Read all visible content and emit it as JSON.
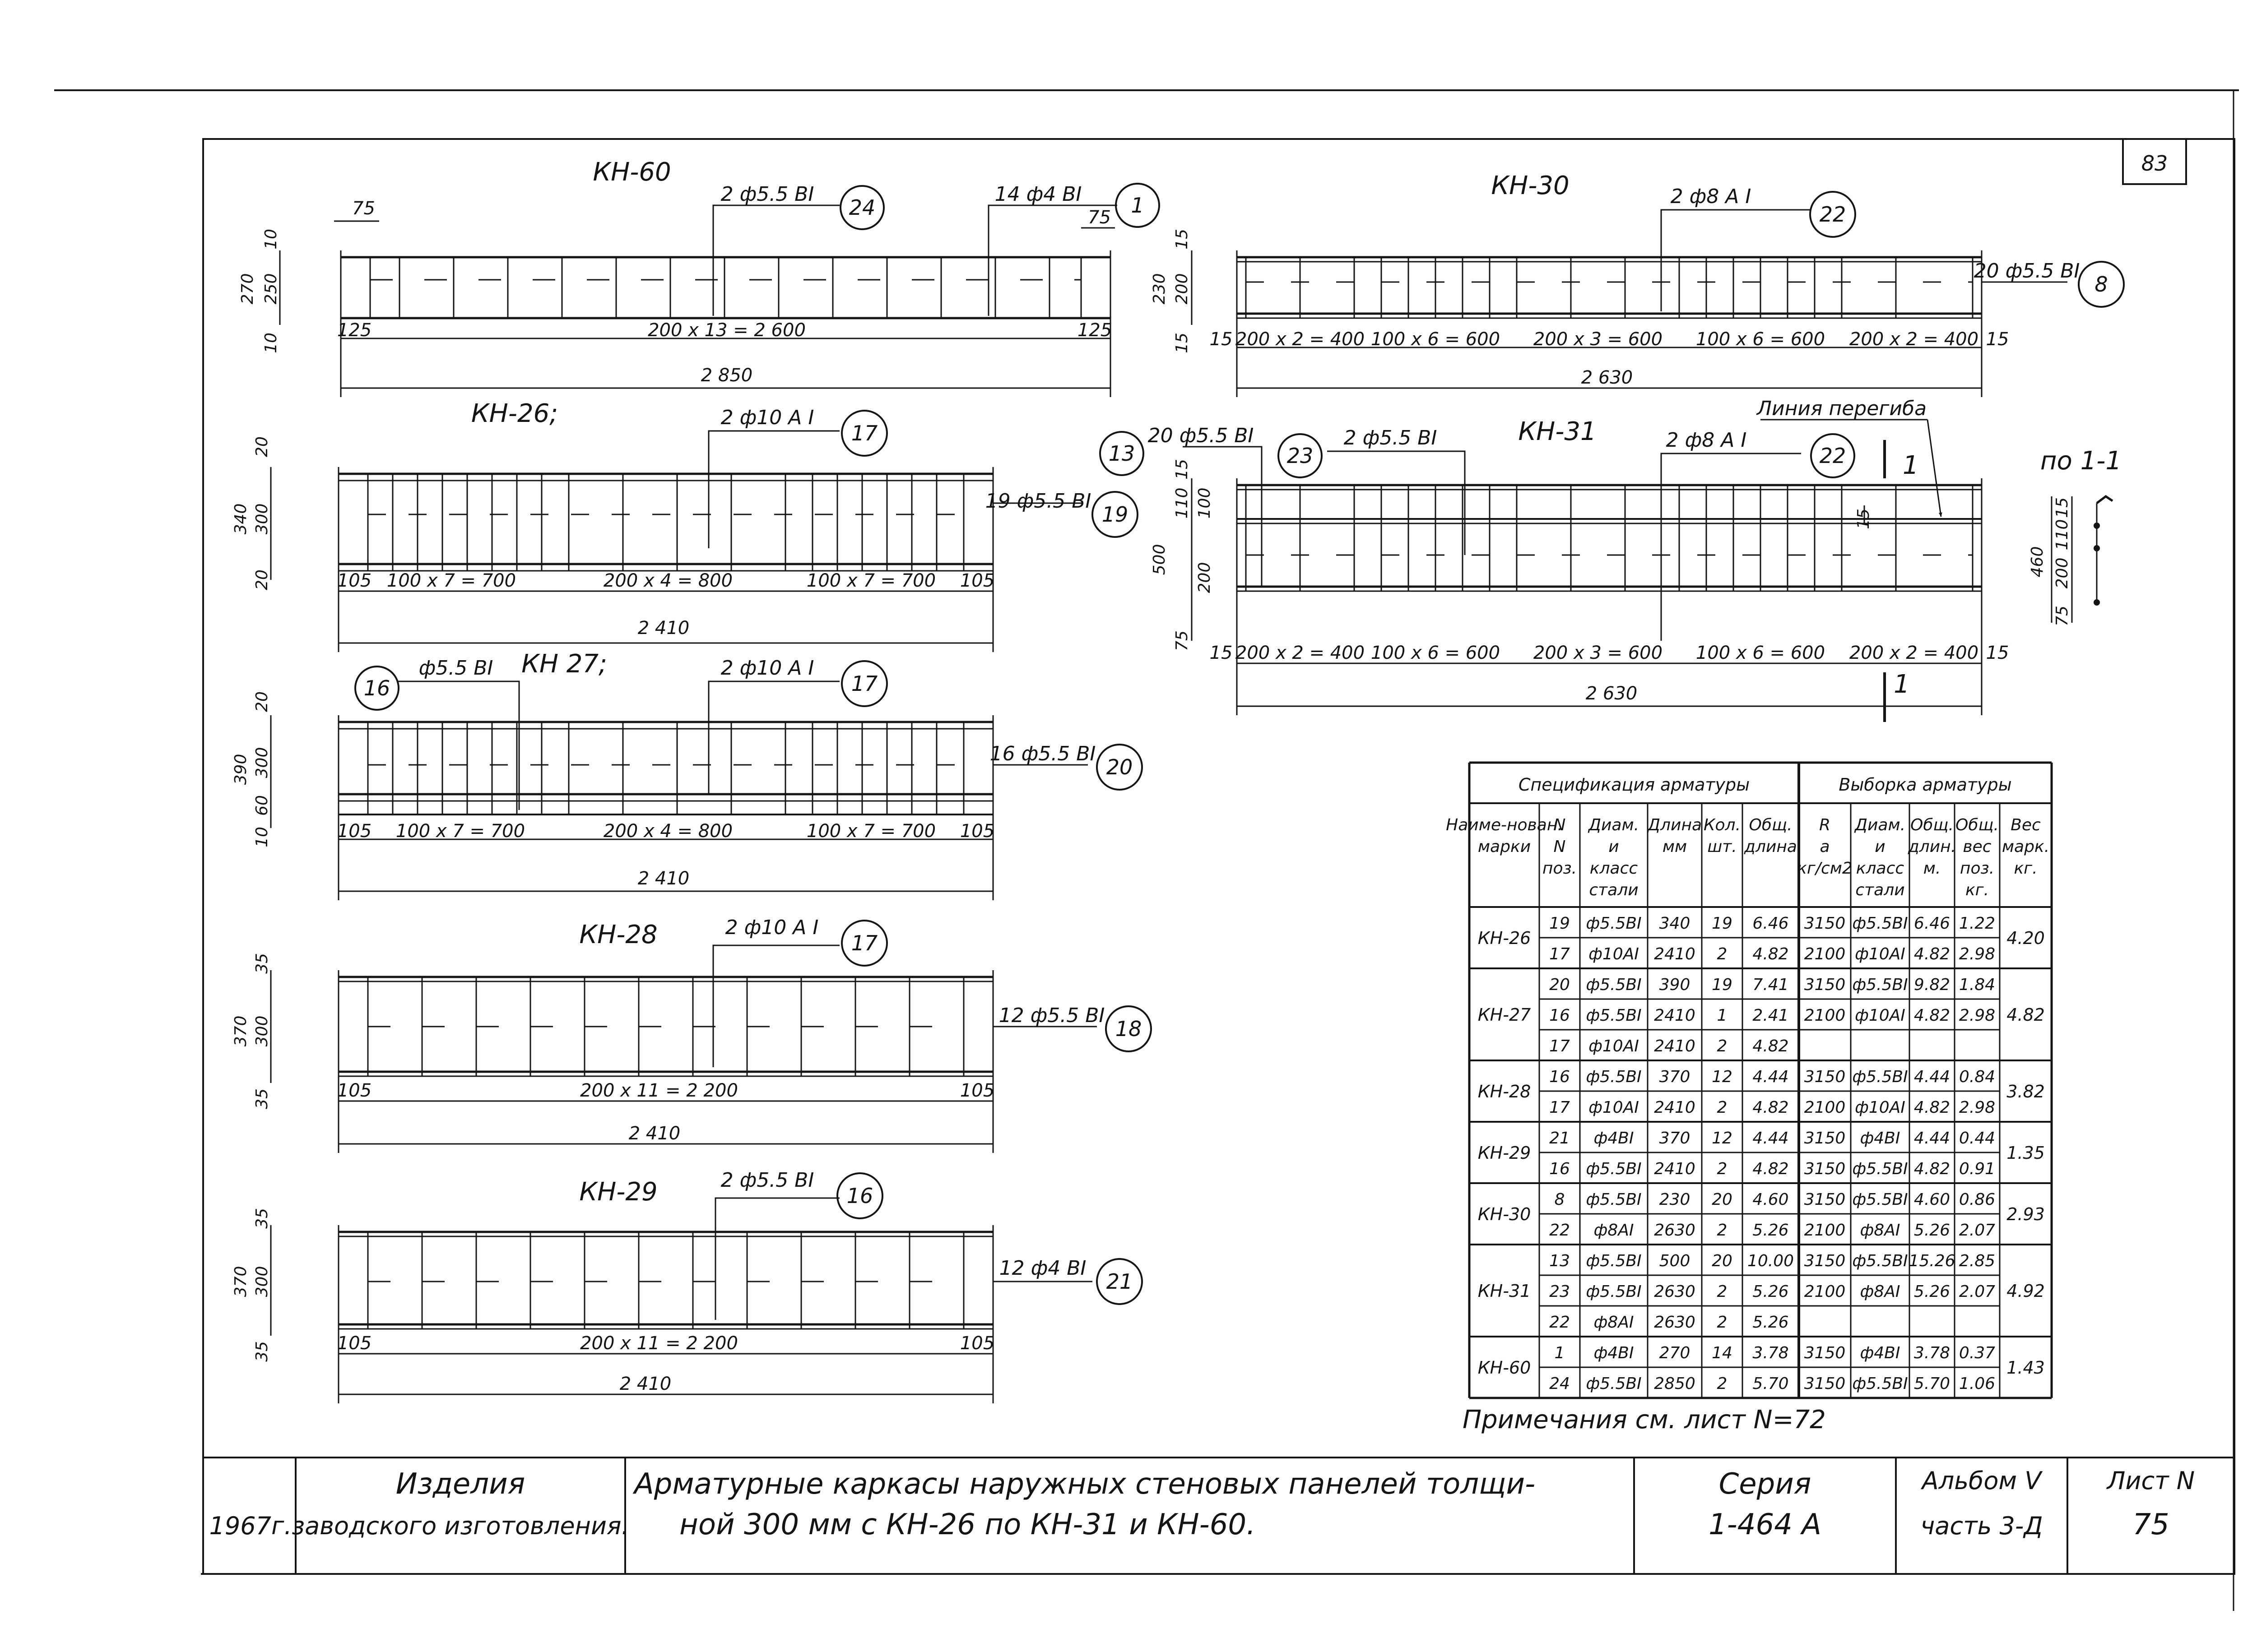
{
  "sheet": {
    "page_number": "83",
    "year": "1967г.",
    "stamp_col1": [
      "Изделия",
      "заводского изготовления."
    ],
    "stamp_title": [
      "Арматурные каркасы наружных стеновых панелей толщи-",
      "ной 300 мм с КН-26 по КН-31 и КН-60."
    ],
    "series_label": "Серия",
    "series_value": "1-464 А",
    "album_label": "Альбом V",
    "album_part": "часть 3-Д",
    "sheet_label": "Лист N",
    "sheet_number": "75",
    "note": "Примечания см. лист N=72"
  },
  "drawings": {
    "kn60": {
      "title": "КН-60",
      "top_call_left": "2 ф5.5 BI",
      "top_call_left_num": "24",
      "top_call_right": "14 ф4 BI",
      "top_call_right_num": "1",
      "dim_left_top": "75",
      "dim_right_top": "75",
      "height_total": "270",
      "height_main": "250",
      "height_top": "10",
      "height_bot": "10",
      "end_left": "125",
      "end_right": "125",
      "span": "200 x 13 = 2 600",
      "overall": "2 850"
    },
    "kn26": {
      "title": "КН-26;",
      "top_call": "2 ф10 A I",
      "top_call_num": "17",
      "side_call": "19 ф5.5 BI",
      "side_call_num": "19",
      "height_total": "340",
      "height_main": "300",
      "height_top": "20",
      "height_bot": "20",
      "end_left": "105",
      "end_right": "105",
      "seg1": "100 x 7 = 700",
      "seg2": "200 x 4 = 800",
      "seg3": "100 x 7 = 700",
      "overall": "2 410"
    },
    "kn27": {
      "title": "КН 27;",
      "top_call_left": "ф5.5 BI",
      "top_call_left_num": "16",
      "top_call": "2 ф10 A I",
      "top_call_num": "17",
      "side_call": "16 ф5.5 BI",
      "side_call_num": "20",
      "height_total": "390",
      "height_main": "300",
      "height_mid": "60",
      "height_top": "20",
      "height_bot": "10",
      "end_left": "105",
      "end_right": "105",
      "seg1": "100 x 7 = 700",
      "seg2": "200 x 4 = 800",
      "seg3": "100 x 7 = 700",
      "overall": "2 410"
    },
    "kn28": {
      "title": "КН-28",
      "top_call": "2 ф10 A I",
      "top_call_num": "17",
      "side_call": "12 ф5.5 BI",
      "side_call_num": "18",
      "height_total": "370",
      "height_main": "300",
      "height_top": "35",
      "height_bot": "35",
      "end_left": "105",
      "end_right": "105",
      "span": "200 x 11 = 2 200",
      "overall": "2 410"
    },
    "kn29": {
      "title": "КН-29",
      "top_call": "2 ф5.5 BI",
      "top_call_num": "16",
      "side_call": "12 ф4 BI",
      "side_call_num": "21",
      "height_total": "370",
      "height_main": "300",
      "height_top": "35",
      "height_bot": "35",
      "end_left": "105",
      "end_right": "105",
      "span": "200 x 11 = 2 200",
      "overall": "2 410"
    },
    "kn30": {
      "title": "КН-30",
      "top_call": "2 ф8 A I",
      "top_call_num": "22",
      "side_call": "20 ф5.5 BI",
      "side_call_num": "8",
      "height_total": "230",
      "height_main": "200",
      "height_top": "15",
      "height_bot": "15",
      "end_left": "15",
      "end_right": "15",
      "seg1": "200 x 2 = 400",
      "seg2": "100 x 6 = 600",
      "seg3": "200 x 3 = 600",
      "seg4": "100 x 6 = 600",
      "seg5": "200 x 2 = 400",
      "overall": "2 630"
    },
    "kn31": {
      "title": "КН-31",
      "bend_label": "Линия перегиба",
      "left_call": "20 ф5.5 BI",
      "left_call_num": "13",
      "mid_call": "2 ф5.5 BI",
      "mid_call_num": "23",
      "top_call": "2 ф8 A I",
      "top_call_num": "22",
      "section_mark": "1",
      "height_total": "500",
      "height_a": "15",
      "height_b": "110",
      "height_c": "100",
      "height_d": "200",
      "height_e": "75",
      "inner_dim": "15",
      "end_left": "15",
      "end_right": "15",
      "seg1": "200 x 2 = 400",
      "seg2": "100 x 6 = 600",
      "seg3": "200 x 3 = 600",
      "seg4": "100 x 6 = 600",
      "seg5": "200 x 2 = 400",
      "overall": "2 630"
    },
    "section": {
      "title": "по 1-1",
      "height_total": "460",
      "h1": "15",
      "h2": "110",
      "h3": "200",
      "h4": "75"
    }
  },
  "spec_table": {
    "title_left": "Спецификация арматуры",
    "title_right": "Выборка арматуры",
    "headers": [
      "Наиме-нован. марки",
      "N N поз.",
      "Диам. и класс стали",
      "Длина мм",
      "Кол. шт.",
      "Общ. длина",
      "R a кг/см2",
      "Диам. и класс стали",
      "Общ. длин. м.",
      "Общ. вес поз. кг.",
      "Вес марк. кг."
    ],
    "groups": [
      {
        "mark": "КН-26",
        "weight": "4.20",
        "rows": [
          [
            "19",
            "ф5.5BI",
            "340",
            "19",
            "6.46",
            "3150",
            "ф5.5BI",
            "6.46",
            "1.22"
          ],
          [
            "17",
            "ф10AI",
            "2410",
            "2",
            "4.82",
            "2100",
            "ф10AI",
            "4.82",
            "2.98"
          ]
        ]
      },
      {
        "mark": "КН-27",
        "weight": "4.82",
        "rows": [
          [
            "20",
            "ф5.5BI",
            "390",
            "19",
            "7.41",
            "3150",
            "ф5.5BI",
            "9.82",
            "1.84"
          ],
          [
            "16",
            "ф5.5BI",
            "2410",
            "1",
            "2.41",
            "2100",
            "ф10AI",
            "4.82",
            "2.98"
          ],
          [
            "17",
            "ф10AI",
            "2410",
            "2",
            "4.82",
            "",
            "",
            "",
            ""
          ]
        ]
      },
      {
        "mark": "КН-28",
        "weight": "3.82",
        "rows": [
          [
            "16",
            "ф5.5BI",
            "370",
            "12",
            "4.44",
            "3150",
            "ф5.5BI",
            "4.44",
            "0.84"
          ],
          [
            "17",
            "ф10AI",
            "2410",
            "2",
            "4.82",
            "2100",
            "ф10AI",
            "4.82",
            "2.98"
          ]
        ]
      },
      {
        "mark": "КН-29",
        "weight": "1.35",
        "rows": [
          [
            "21",
            "ф4BI",
            "370",
            "12",
            "4.44",
            "3150",
            "ф4BI",
            "4.44",
            "0.44"
          ],
          [
            "16",
            "ф5.5BI",
            "2410",
            "2",
            "4.82",
            "3150",
            "ф5.5BI",
            "4.82",
            "0.91"
          ]
        ]
      },
      {
        "mark": "КН-30",
        "weight": "2.93",
        "rows": [
          [
            "8",
            "ф5.5BI",
            "230",
            "20",
            "4.60",
            "3150",
            "ф5.5BI",
            "4.60",
            "0.86"
          ],
          [
            "22",
            "ф8AI",
            "2630",
            "2",
            "5.26",
            "2100",
            "ф8AI",
            "5.26",
            "2.07"
          ]
        ]
      },
      {
        "mark": "КН-31",
        "weight": "4.92",
        "rows": [
          [
            "13",
            "ф5.5BI",
            "500",
            "20",
            "10.00",
            "3150",
            "ф5.5BI",
            "15.26",
            "2.85"
          ],
          [
            "23",
            "ф5.5BI",
            "2630",
            "2",
            "5.26",
            "2100",
            "ф8AI",
            "5.26",
            "2.07"
          ],
          [
            "22",
            "ф8AI",
            "2630",
            "2",
            "5.26",
            "",
            "",
            "",
            ""
          ]
        ]
      },
      {
        "mark": "КН-60",
        "weight": "1.43",
        "rows": [
          [
            "1",
            "ф4BI",
            "270",
            "14",
            "3.78",
            "3150",
            "ф4BI",
            "3.78",
            "0.37"
          ],
          [
            "24",
            "ф5.5BI",
            "2850",
            "2",
            "5.70",
            "3150",
            "ф5.5BI",
            "5.70",
            "1.06"
          ]
        ]
      }
    ]
  }
}
